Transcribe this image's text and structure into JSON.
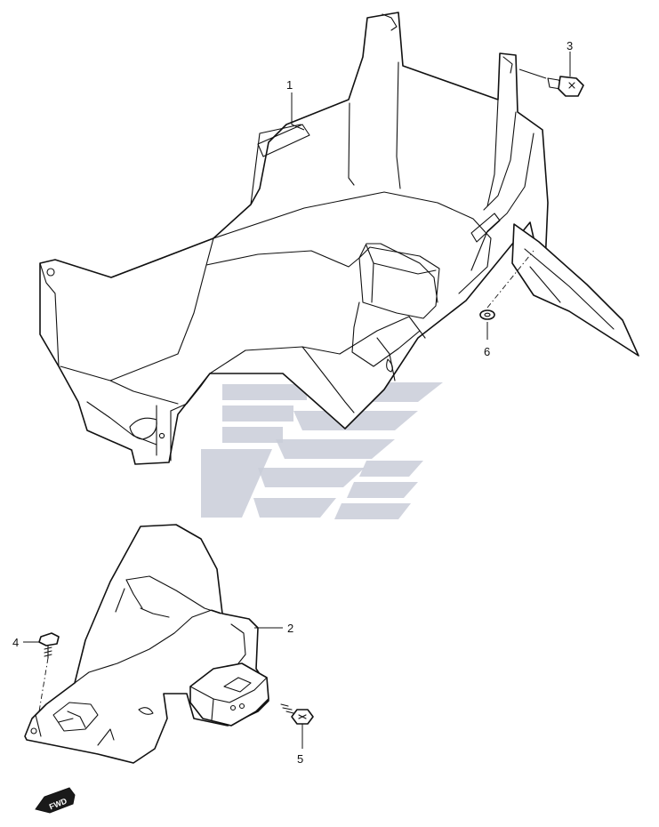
{
  "diagram": {
    "callouts": [
      {
        "id": "1",
        "label": "1"
      },
      {
        "id": "2",
        "label": "2"
      },
      {
        "id": "3",
        "label": "3"
      },
      {
        "id": "4",
        "label": "4"
      },
      {
        "id": "5",
        "label": "5"
      },
      {
        "id": "6",
        "label": "6"
      }
    ],
    "direction_badge": {
      "text": "FWD"
    },
    "colors": {
      "line": "#111111",
      "watermark": "#c9cdd8",
      "background": "#ffffff"
    }
  }
}
